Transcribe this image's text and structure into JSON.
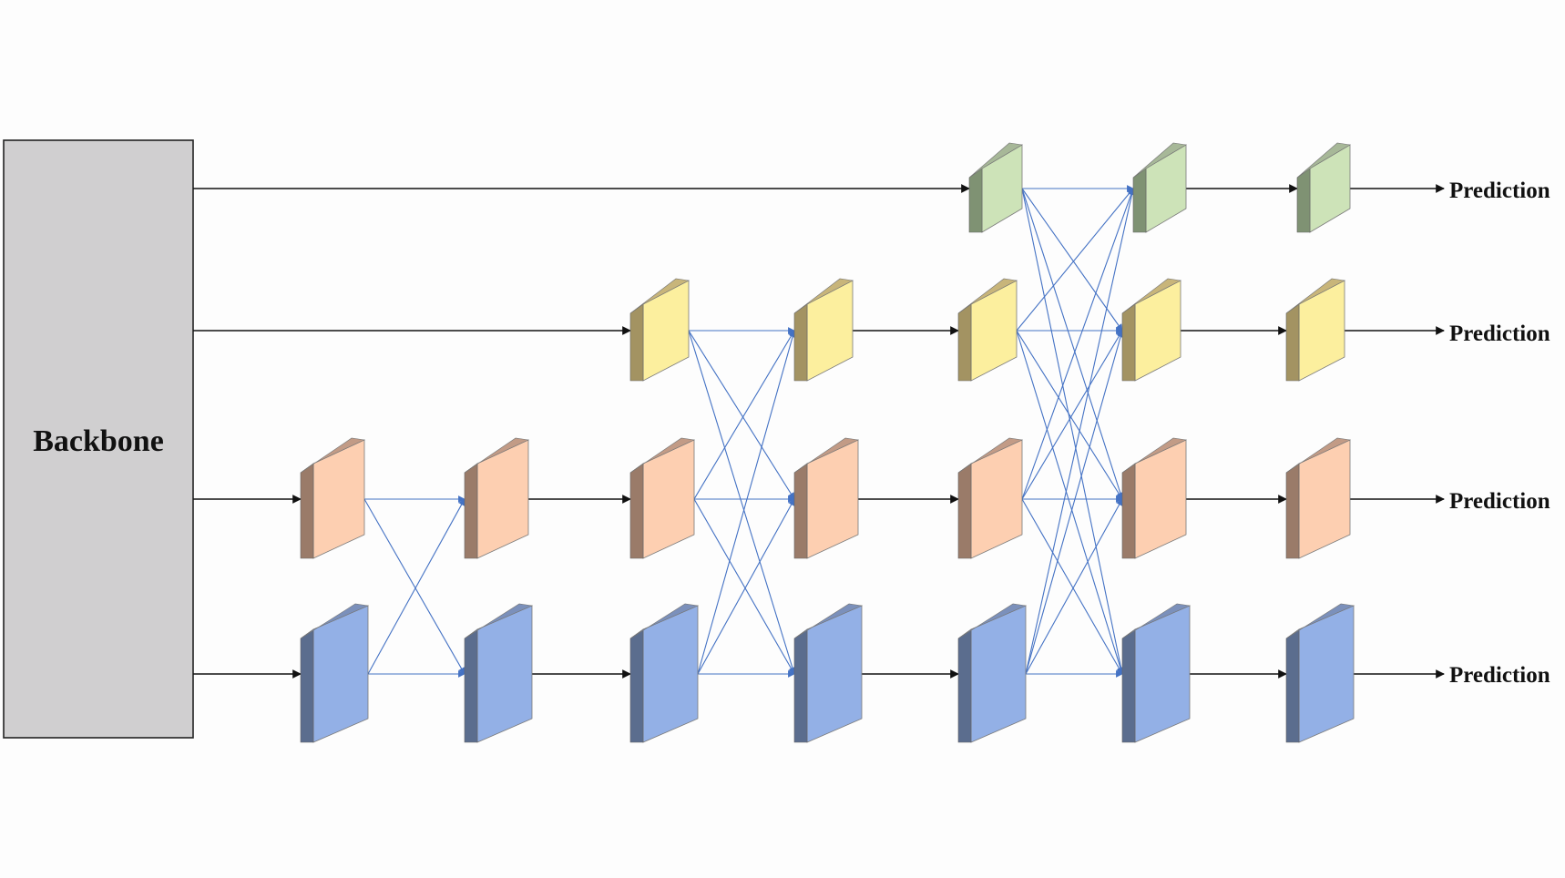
{
  "backbone": {
    "label": "Backbone"
  },
  "predictions": [
    {
      "label": "Prediction"
    },
    {
      "label": "Prediction"
    },
    {
      "label": "Prediction"
    },
    {
      "label": "Prediction"
    }
  ],
  "colors": {
    "background": "#fdfdfd",
    "backbone_fill": "#d0cfd0",
    "arrow_black": "#111111",
    "arrow_blue": "#4472c4",
    "level_green": {
      "front": "#cde3b8",
      "side": "#7f9273",
      "top": "#a7b898"
    },
    "level_yellow": {
      "front": "#fcef9e",
      "side": "#a39362",
      "top": "#c8b57a"
    },
    "level_orange": {
      "front": "#fdcfb1",
      "side": "#9a7b69",
      "top": "#c29b86"
    },
    "level_blue": {
      "front": "#93b0e6",
      "side": "#5b6d8e",
      "top": "#7b90bb"
    }
  },
  "structure": {
    "levels": [
      "green",
      "yellow",
      "orange",
      "blue"
    ],
    "stages": 7,
    "level_start_stage": [
      4,
      2,
      0,
      0
    ]
  }
}
